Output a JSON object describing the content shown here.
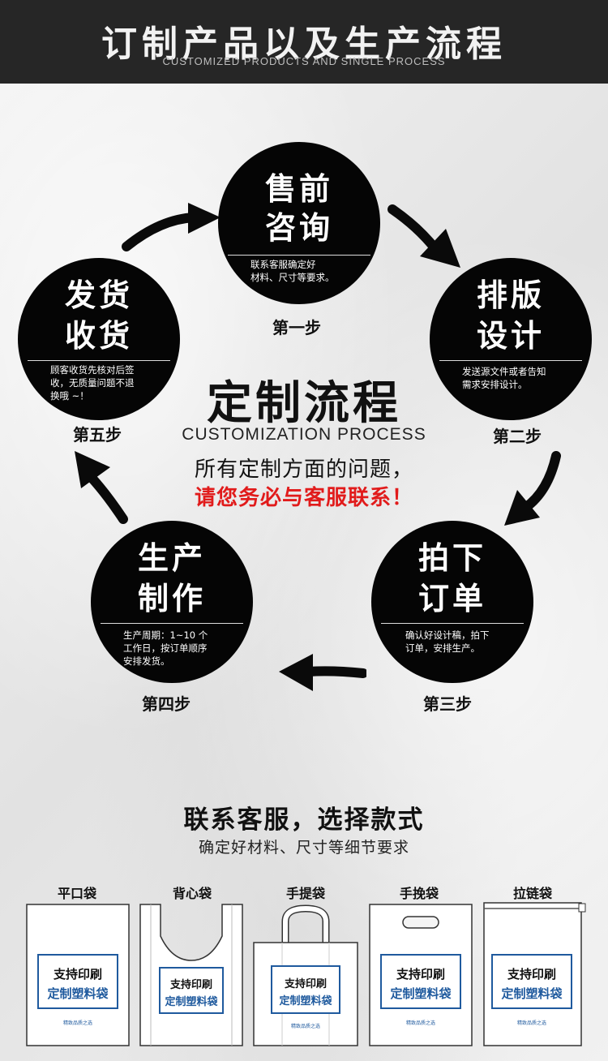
{
  "header": {
    "title": "订制产品以及生产流程",
    "subtitle": "CUSTOMIZED PRODUCTS AND SINGLE PROCESS"
  },
  "steps": [
    {
      "title1": "售前",
      "title2": "咨询",
      "desc1": "联系客服确定好",
      "desc2": "材料、尺寸等要求。",
      "desc3": "",
      "step": "第一步"
    },
    {
      "title1": "排版",
      "title2": "设计",
      "desc1": "发送源文件或者告知",
      "desc2": "需求安排设计。",
      "desc3": "",
      "step": "第二步"
    },
    {
      "title1": "拍下",
      "title2": "订单",
      "desc1": "确认好设计稿，拍下",
      "desc2": "订单，安排生产。",
      "desc3": "",
      "step": "第三步"
    },
    {
      "title1": "生产",
      "title2": "制作",
      "desc1": "生产周期：1~10 个",
      "desc2": "工作日，按订单顺序",
      "desc3": "安排发货。",
      "step": "第四步"
    },
    {
      "title1": "发货",
      "title2": "收货",
      "desc1": "顾客收货先核对后签",
      "desc2": "收，无质量问题不退",
      "desc3": "换哦 ~！",
      "step": "第五步"
    }
  ],
  "center": {
    "title": "定制流程",
    "subtitle": "CUSTOMIZATION PROCESS",
    "line1": "所有定制方面的问题，",
    "line2": "请您务必与客服联系！"
  },
  "contact": {
    "title": "联系客服，选择款式",
    "subtitle": "确定好材料、尺寸等细节要求"
  },
  "bags": [
    {
      "label": "平口袋",
      "line1": "支持印刷",
      "line2": "定制塑料袋",
      "tiny": "精致品质之选"
    },
    {
      "label": "背心袋",
      "line1": "支持印刷",
      "line2": "定制塑料袋",
      "tiny": ""
    },
    {
      "label": "手提袋",
      "line1": "支持印刷",
      "line2": "定制塑料袋",
      "tiny": "精致品质之选"
    },
    {
      "label": "手挽袋",
      "line1": "支持印刷",
      "line2": "定制塑料袋",
      "tiny": "精致品质之选"
    },
    {
      "label": "拉链袋",
      "line1": "支持印刷",
      "line2": "定制塑料袋",
      "tiny": "精致品质之选"
    }
  ],
  "colors": {
    "accent_red": "#e11b1b",
    "bag_blue": "#1f5a9e",
    "header_bg": "#262626"
  }
}
